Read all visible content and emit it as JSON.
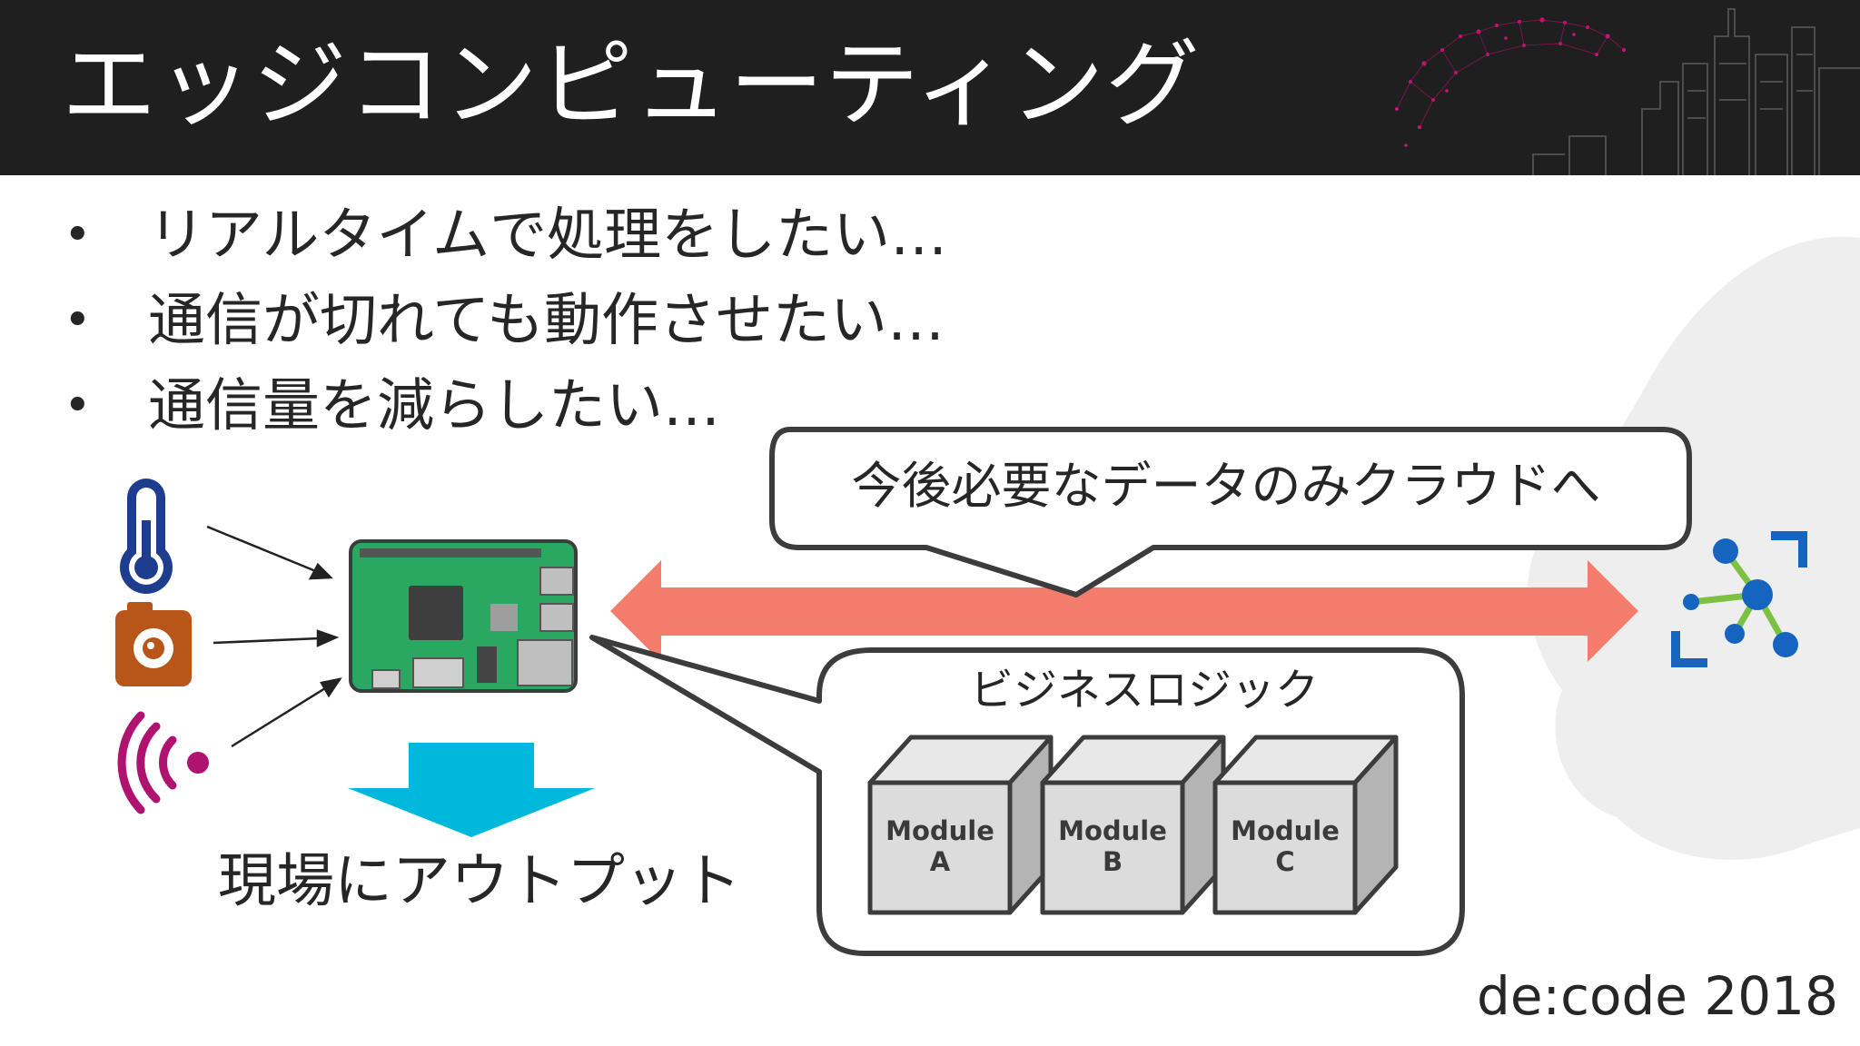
{
  "slide": {
    "title": "エッジコンピューティング",
    "bullets": [
      "リアルタイムで処理をしたい…",
      "通信が切れても動作させたい…",
      "通信量を減らしたい…"
    ],
    "speech_bubble": "今後必要なデータのみクラウドへ",
    "business_logic_title": "ビジネスロジック",
    "modules": [
      {
        "name": "Module",
        "letter": "A"
      },
      {
        "name": "Module",
        "letter": "B"
      },
      {
        "name": "Module",
        "letter": "C"
      }
    ],
    "output_label": "現場にアウトプット",
    "footer_brand": "de:code 2018"
  },
  "colors": {
    "header_bg": "#1f1f1f",
    "arrow_salmon": "#f47c6c",
    "down_arrow_cyan": "#00b8dc",
    "board_green": "#2aa862",
    "thermometer_blue": "#1e3d8f",
    "camera_orange": "#b8561a",
    "signal_magenta": "#b0126f",
    "iot_hub_blue": "#1565c0",
    "iot_hub_green": "#7cc142",
    "cloud_gray": "#eeeeee"
  },
  "icons": [
    "thermometer-icon",
    "camera-icon",
    "wireless-signal-icon",
    "edge-device-board-icon",
    "iot-hub-icon",
    "cloud-shape"
  ]
}
